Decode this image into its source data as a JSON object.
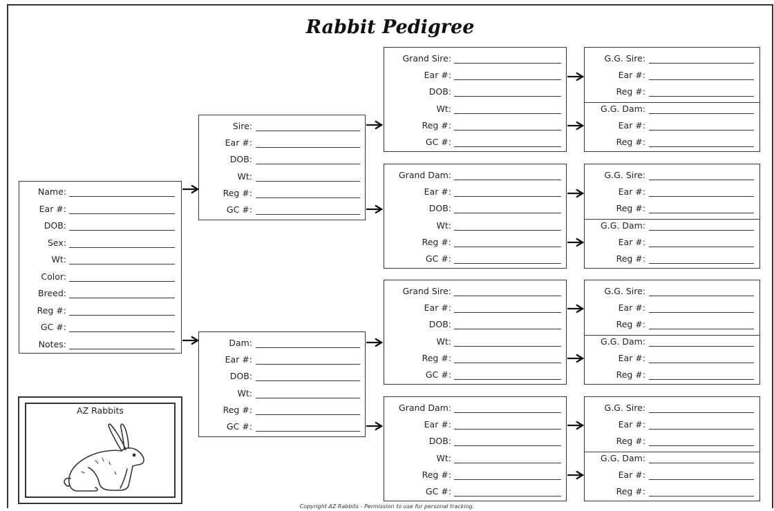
{
  "title": "Rabbit Pedigree",
  "copyright": "Copyright  AZ Rabbits - Permission to use for personal tracking.",
  "logo": {
    "label": "AZ Rabbits",
    "image": "rabbit-illustration"
  },
  "subject": {
    "fields": [
      "Name:",
      "Ear #:",
      "DOB:",
      "Sex:",
      "Wt:",
      "Color:",
      "Breed:",
      "Reg #:",
      "GC #:",
      "Notes:"
    ]
  },
  "parents": [
    {
      "fields": [
        "Sire:",
        "Ear #:",
        "DOB:",
        "Wt:",
        "Reg #:",
        "GC #:"
      ]
    },
    {
      "fields": [
        "Dam:",
        "Ear #:",
        "DOB:",
        "Wt:",
        "Reg #:",
        "GC #:"
      ]
    }
  ],
  "grandparents": [
    {
      "fields": [
        "Grand Sire:",
        "Ear #:",
        "DOB:",
        "Wt:",
        "Reg #:",
        "GC #:"
      ]
    },
    {
      "fields": [
        "Grand Dam:",
        "Ear #:",
        "DOB:",
        "Wt:",
        "Reg #:",
        "GC #:"
      ]
    },
    {
      "fields": [
        "Grand Sire:",
        "Ear #:",
        "DOB:",
        "Wt:",
        "Reg #:",
        "GC #:"
      ]
    },
    {
      "fields": [
        "Grand Dam:",
        "Ear #:",
        "DOB:",
        "Wt:",
        "Reg #:",
        "GC #:"
      ]
    }
  ],
  "great_grandparents": [
    {
      "sire": [
        "G.G. Sire:",
        "Ear #:",
        "Reg #:"
      ],
      "dam": [
        "G.G. Dam:",
        "Ear #:",
        "Reg #:"
      ]
    },
    {
      "sire": [
        "G.G. Sire:",
        "Ear #:",
        "Reg #:"
      ],
      "dam": [
        "G.G. Dam:",
        "Ear #:",
        "Reg #:"
      ]
    },
    {
      "sire": [
        "G.G. Sire:",
        "Ear #:",
        "Reg #:"
      ],
      "dam": [
        "G.G. Dam:",
        "Ear #:",
        "Reg #:"
      ]
    },
    {
      "sire": [
        "G.G. Sire:",
        "Ear #:",
        "Reg #:"
      ],
      "dam": [
        "G.G. Dam:",
        "Ear #:",
        "Reg #:"
      ]
    }
  ]
}
